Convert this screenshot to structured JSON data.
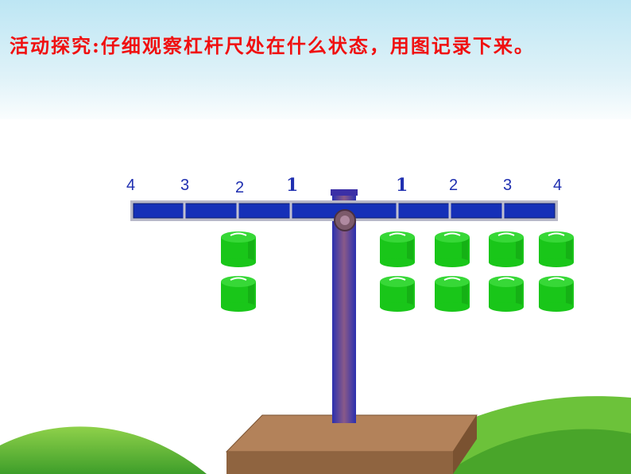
{
  "instruction": "活动探究:仔细观察杠杆尺处在什么状态，用图记录下来。",
  "scale": {
    "left_labels": [
      "4",
      "3",
      "2",
      "1"
    ],
    "right_labels": [
      "1",
      "2",
      "3",
      "4"
    ]
  },
  "weights": {
    "left": {
      "position": 2,
      "count": 2
    },
    "right": [
      {
        "position": 1,
        "count": 2
      },
      {
        "position": 2,
        "count": 2
      },
      {
        "position": 3,
        "count": 2
      },
      {
        "position": 4,
        "count": 2
      }
    ]
  },
  "colors": {
    "instruction_text": "#f01010",
    "beam": "#1530b8",
    "label_text": "#1f2fb0",
    "weight": "#19c619",
    "stand": "#b3825a",
    "hills": "#5cb82e",
    "sky_band": "#bfe7f3"
  }
}
